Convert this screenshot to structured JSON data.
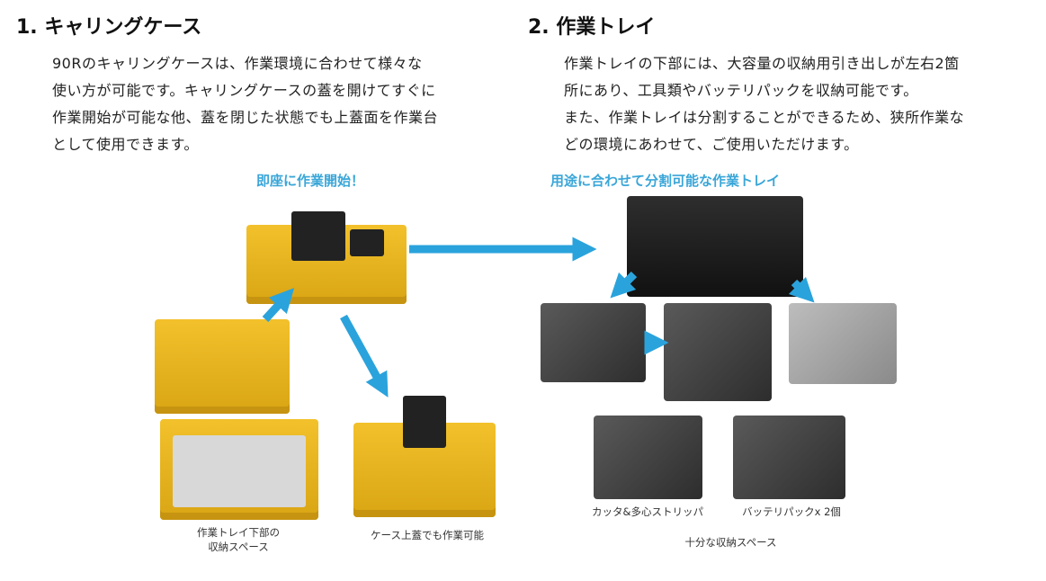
{
  "section1": {
    "title": "1. キャリングケース",
    "body": "90Rのキャリングケースは、作業環境に合わせて様々な\n使い方が可能です。キャリングケースの蓋を開けてすぐに\n作業開始が可能な他、蓋を閉じた状態でも上蓋面を作業台\nとして使用できます。",
    "caption": "即座に作業開始！",
    "label_storage": "作業トレイ下部の\n収納スペース",
    "label_lid": "ケース上蓋でも作業可能"
  },
  "section2": {
    "title": "2. 作業トレイ",
    "body": "作業トレイの下部には、大容量の収納用引き出しが左右2箇\n所にあり、工具類やバッテリパックを収納可能です。\nまた、作業トレイは分割することができるため、狭所作業な\nどの環境にあわせて、ご使用いただけます。",
    "caption": "用途に合わせて分割可能な作業トレイ",
    "label_cutter": "カッタ&多心ストリッパ",
    "label_battery": "バッテリパックx 2個",
    "label_storage": "十分な収納スペース"
  },
  "colors": {
    "accent": "#3aa6d8",
    "arrow": "#2aa3dc",
    "case": "#f2c12b"
  }
}
